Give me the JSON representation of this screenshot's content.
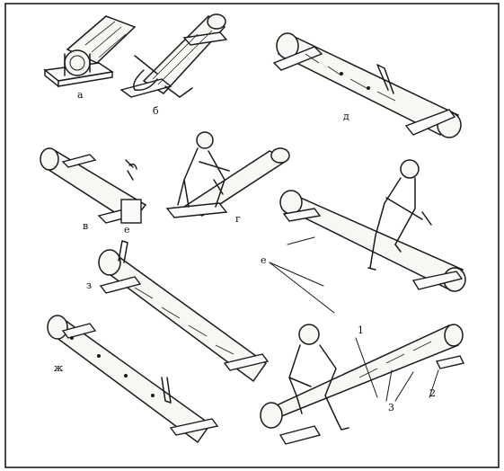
{
  "figure": {
    "panel_labels": {
      "a": "а",
      "b": "б",
      "v": "в",
      "v_sub": "е",
      "g": "г",
      "d": "д",
      "e": "е",
      "z": "з",
      "zh": "ж"
    },
    "callouts": {
      "one": "1",
      "two": "2",
      "three": "3"
    }
  }
}
